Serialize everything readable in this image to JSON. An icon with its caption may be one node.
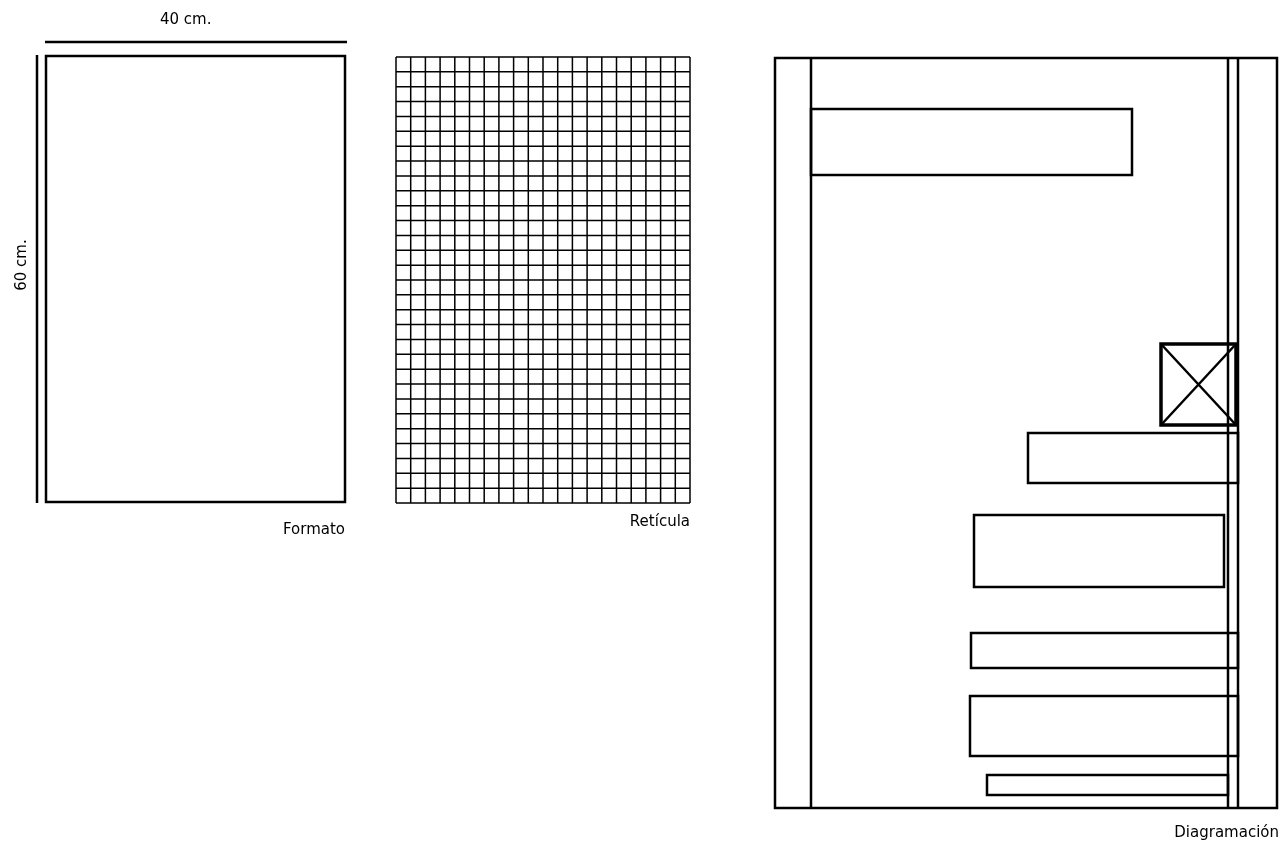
{
  "diagram": {
    "labels": [
      "40 cm.",
      "60 cm.",
      "Formato",
      "Retícula",
      "Diagramación"
    ]
  }
}
